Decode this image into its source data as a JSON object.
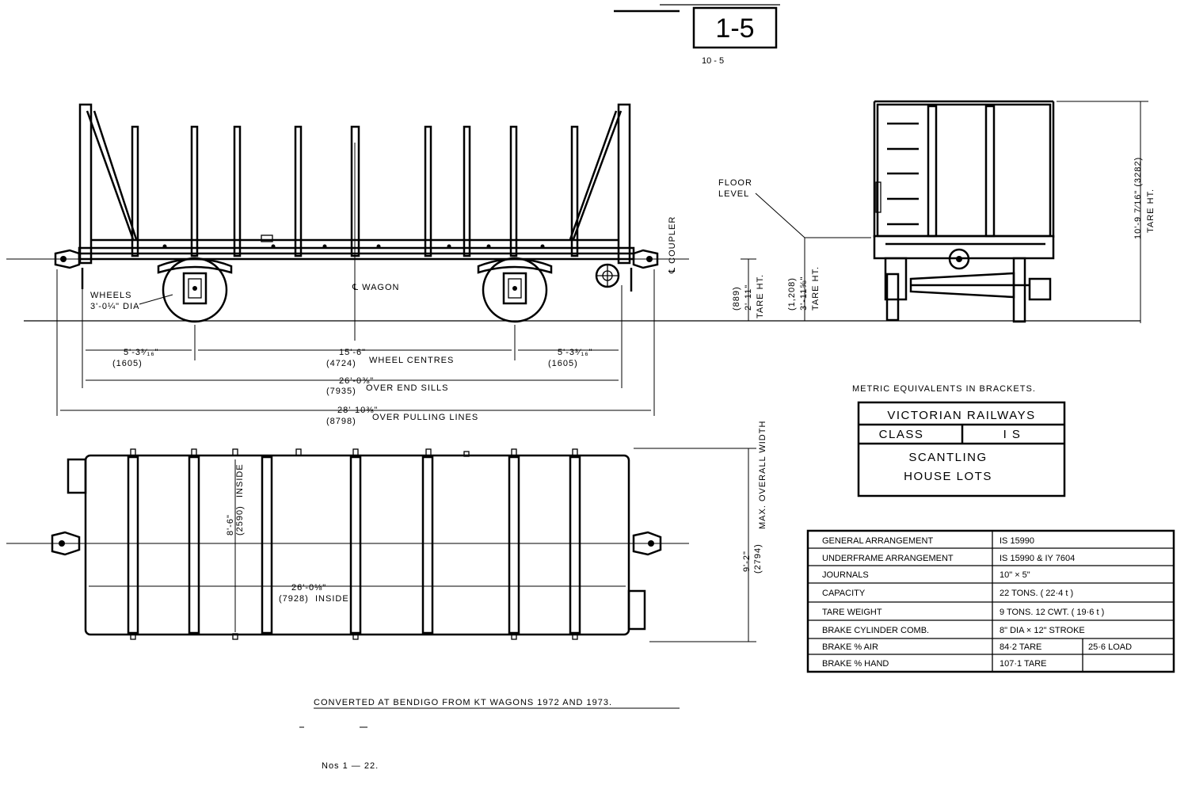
{
  "drawing_number": "1-5",
  "drawing_number_sub": "10 - 5",
  "side_view": {
    "wheels_label_1": "WHEELS",
    "wheels_label_2": "3'-0¼\" DIA",
    "center_label": "℄ WAGON",
    "coupler_label": "℄ COUPLER",
    "tare_ht_label_1": "(889)",
    "tare_ht_label_2": "2'-11\"",
    "tare_ht_label_3": "TARE HT.",
    "dim_overhang_left": "5'-3³⁄₁₆\"",
    "dim_overhang_left_metric": "(1605)",
    "dim_overhang_right": "5'-3³⁄₁₆\"",
    "dim_overhang_right_metric": "(1605)",
    "dim_wheel_centres": "15'-6\"",
    "dim_wheel_centres_metric": "(4724)",
    "wheel_centres_label": "WHEEL CENTRES",
    "dim_end_sills": "26'-0⅜\"",
    "dim_end_sills_metric": "(7935)",
    "end_sills_label": "OVER END SILLS",
    "dim_pulling_lines": "28'-10⅜\"",
    "dim_pulling_lines_metric": "(8798)",
    "pulling_lines_label": "OVER PULLING LINES"
  },
  "end_view": {
    "floor_level_1": "FLOOR",
    "floor_level_2": "LEVEL",
    "floor_ht_1": "(1,208)",
    "floor_ht_2": "3'-11⅝\"",
    "floor_ht_3": "TARE HT.",
    "overall_ht_1": "10'-9 7⁄16\" (3282)",
    "overall_ht_2": "TARE HT."
  },
  "plan_view": {
    "inside_width": "8'-6\"",
    "inside_width_metric": "(2590)",
    "inside_width_label": "INSIDE",
    "inside_length": "26'-0⅛\"",
    "inside_length_metric": "(7928)",
    "inside_length_label": "INSIDE",
    "overall_width": "9'-2\"",
    "overall_width_metric": "(2794)",
    "overall_width_label": "MAX. OVERALL WIDTH"
  },
  "metric_note": "METRIC EQUIVALENTS IN BRACKETS.",
  "title_block": {
    "railway": "VICTORIAN RAILWAYS",
    "class_label": "CLASS",
    "class_value": "I S",
    "description_1": "SCANTLING",
    "description_2": "HOUSE LOTS"
  },
  "specs": [
    {
      "label": "GENERAL ARRANGEMENT",
      "value": "IS 15990",
      "value2": ""
    },
    {
      "label": "UNDERFRAME ARRANGEMENT",
      "value": "IS 15990  &  IY 7604",
      "value2": ""
    },
    {
      "label": "JOURNALS",
      "value": "10\" × 5\"",
      "value2": ""
    },
    {
      "label": "CAPACITY",
      "value": "22 TONS. ( 22·4 t )",
      "value2": ""
    },
    {
      "label": "TARE WEIGHT",
      "value": "9 TONS. 12 CWT. ( 19·6 t )",
      "value2": ""
    },
    {
      "label": "BRAKE CYLINDER COMB.",
      "value": "8\" DIA × 12\" STROKE",
      "value2": ""
    },
    {
      "label": "BRAKE % AIR",
      "value": "84·2  TARE",
      "value2": "25·6  LOAD"
    },
    {
      "label": "BRAKE % HAND",
      "value": "107·1  TARE",
      "value2": ""
    }
  ],
  "conversion_note": "CONVERTED AT BENDIGO FROM KT WAGONS 1972 AND 1973.",
  "numbers_note": "Nos  1 — 22."
}
